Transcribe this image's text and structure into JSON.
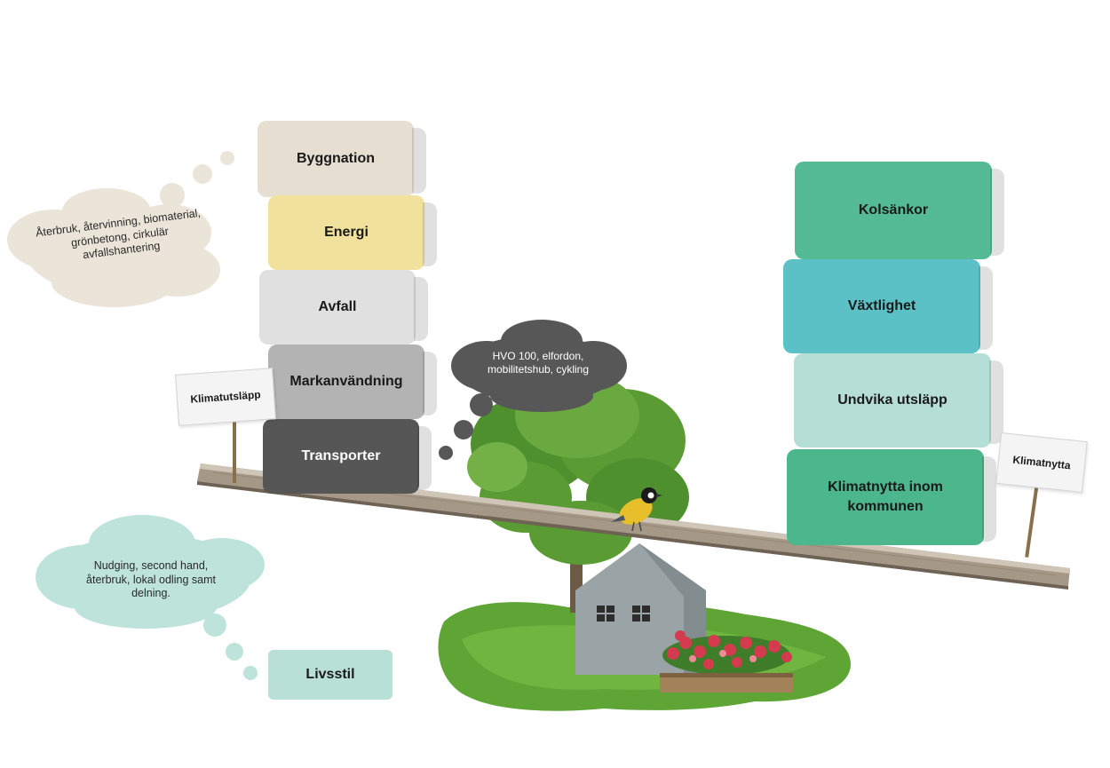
{
  "left_stack": {
    "blocks": [
      {
        "label": "Byggnation",
        "color": "#e6ded0"
      },
      {
        "label": "Energi",
        "color": "#f0e29c"
      },
      {
        "label": "Avfall",
        "color": "#e0e0e0"
      },
      {
        "label": "Markanvändning",
        "color": "#b3b3b3"
      },
      {
        "label": "Transporter",
        "color": "#565656"
      }
    ],
    "sign": "Klimatutsläpp"
  },
  "right_stack": {
    "blocks": [
      {
        "label": "Kolsänkor",
        "color": "#54bb94"
      },
      {
        "label": "Växtlighet",
        "color": "#5cc1c6"
      },
      {
        "label": "Undvika utsläpp",
        "color": "#b5ded7"
      },
      {
        "label": "Klimatnytta inom kommunen",
        "color": "#4cb68d"
      }
    ],
    "sign": "Klimatnytta"
  },
  "clouds": {
    "byggnation_cloud": "Återbruk, återvinning, biomaterial, grönbetong, cirkulär avfallshantering",
    "transport_cloud": "HVO 100, elfordon, mobilitetshub, cykling",
    "livsstil_cloud": "Nudging, second hand, återbruk, lokal odling samt delning."
  },
  "livsstil": "Livsstil",
  "colors": {
    "plank": "#a69886",
    "grass": "#5fa536",
    "tree": "#4e8f2e",
    "house": "#9aa3a6",
    "flowers": "#d43b4e"
  }
}
